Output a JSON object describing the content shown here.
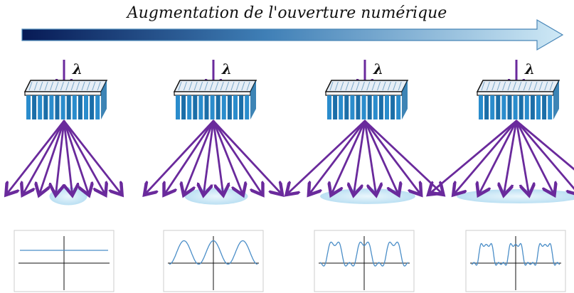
{
  "title": "Augmentation de l'ouverture numérique",
  "wavelength_symbol": "λ",
  "colors": {
    "arrow_start": "#071a55",
    "arrow_end": "#cfe9f6",
    "grating_top": "#e6eef6",
    "grating_teeth": "#2a8ccc",
    "grating_teeth_dark": "#1b6ea8",
    "ray": "#6a2a9c",
    "spot": "#bfe3f3",
    "plot_line": "#4b8ec8",
    "plot_frame": "#cccccc",
    "plot_axes": "#111111"
  },
  "panels": [
    {
      "rays": 8,
      "spread": 0.42,
      "spot_width": 0.18,
      "plot": "flat"
    },
    {
      "rays": 8,
      "spread": 0.58,
      "spot_width": 0.42,
      "plot": "cosine"
    },
    {
      "rays": 8,
      "spread": 0.72,
      "spot_width": 0.72,
      "plot": "rounded-square"
    },
    {
      "rays": 8,
      "spread": 0.86,
      "spot_width": 1.0,
      "plot": "square"
    }
  ]
}
